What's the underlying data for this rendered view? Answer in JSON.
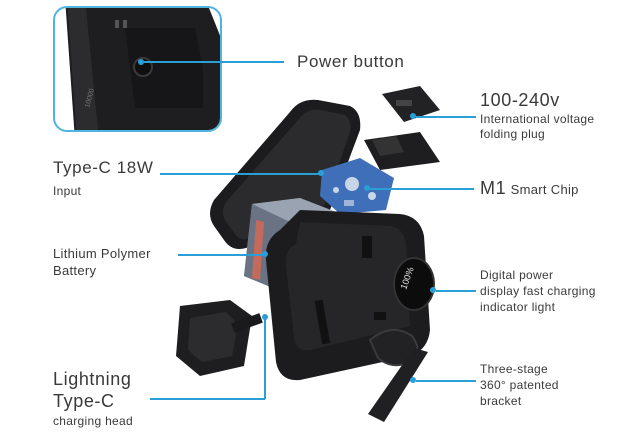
{
  "labels": {
    "power_button": "Power button",
    "voltage_title": "100-240v",
    "voltage_sub1": "International voltage",
    "voltage_sub2": "folding plug",
    "typec_title": "Type-C 18W",
    "typec_sub": "Input",
    "chip_title": "M1",
    "chip_sub": "Smart Chip",
    "battery_line1": "Lithium Polymer",
    "battery_line2": "Battery",
    "display_line1": "Digital power",
    "display_line2": "display fast charging",
    "display_line3": "indicator light",
    "lightning_line1": "Lightning",
    "lightning_line2": "Type-C",
    "lightning_line3": "charging head",
    "bracket_line1": "Three-stage",
    "bracket_line2": "360° patented",
    "bracket_line3": "bracket"
  },
  "colors": {
    "accent": "#2a9ed6",
    "device": "#1c1c1e",
    "battery": "#7d8797",
    "chip": "#3f6fb8"
  }
}
